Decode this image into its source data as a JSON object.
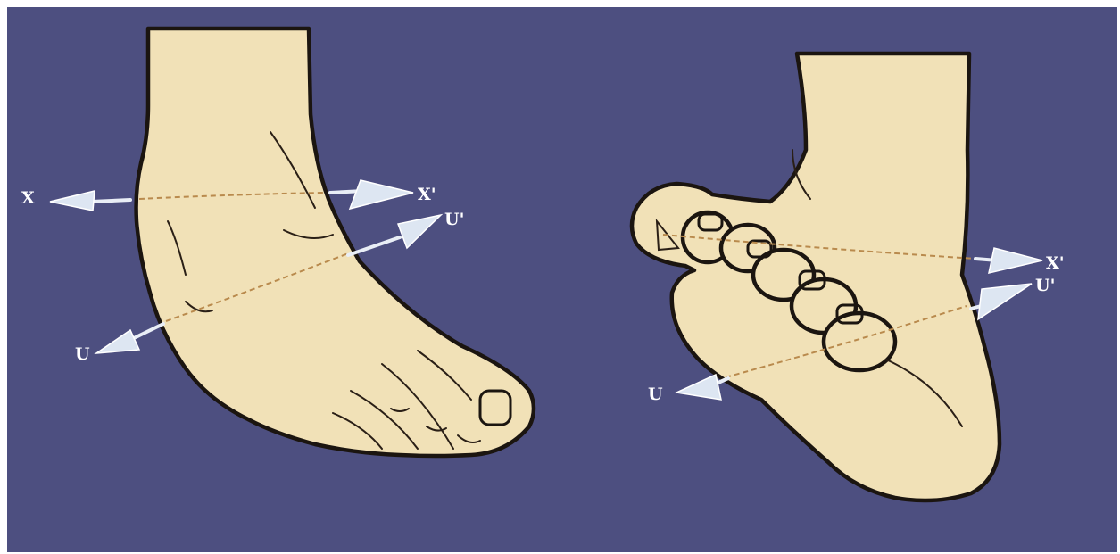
{
  "colors": {
    "background": "#4d4f80",
    "skin": "#f1e1b7",
    "outline": "#1b1510",
    "axis_line": "#b98a4d",
    "arrow": "#dde6f2",
    "label": "#ffffff"
  },
  "left_foot": {
    "labels": {
      "x": "X",
      "x_prime": "X'",
      "u": "U",
      "u_prime": "U'"
    }
  },
  "right_foot": {
    "labels": {
      "x_prime": "X'",
      "u": "U",
      "u_prime": "U'"
    }
  }
}
